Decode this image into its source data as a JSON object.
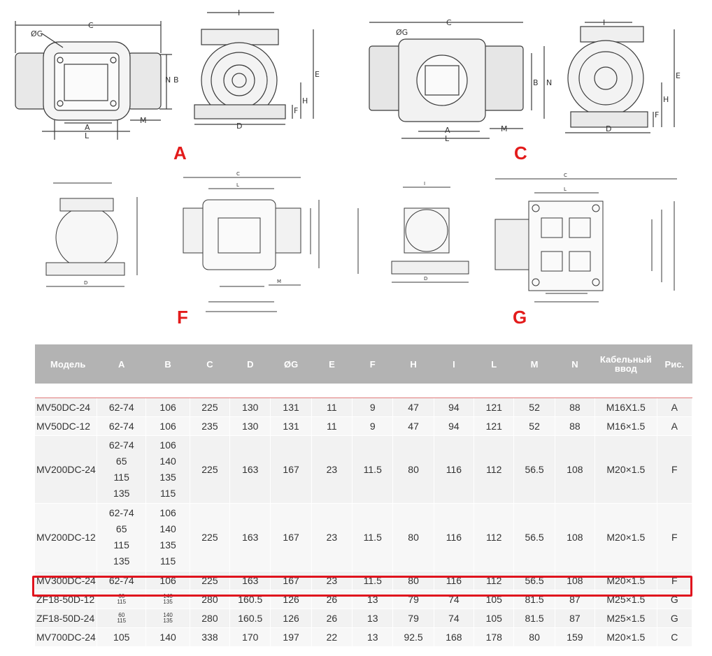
{
  "figure_labels": {
    "a": "A",
    "c": "C",
    "f": "F",
    "g": "G"
  },
  "dim_labels": {
    "c": "C",
    "g": "ØG",
    "i": "I",
    "n": "N",
    "b": "B",
    "e": "E",
    "h": "H",
    "f": "F",
    "m": "M",
    "a": "A",
    "l": "L",
    "d": "D"
  },
  "colors": {
    "accent": "#e31b1b",
    "header_bg": "#b3b3b3",
    "highlight_border": "#e0141e"
  },
  "table": {
    "headers": [
      "Модель",
      "A",
      "B",
      "C",
      "D",
      "ØG",
      "E",
      "F",
      "H",
      "I",
      "L",
      "M",
      "N",
      "Кабельный ввод",
      "Рис."
    ],
    "rows": [
      {
        "model": "MV50DC-24",
        "A": [
          "62-74"
        ],
        "B": [
          "106"
        ],
        "C": "225",
        "D": "130",
        "G": "131",
        "E": "11",
        "F": "9",
        "H": "47",
        "I": "94",
        "L": "121",
        "M": "52",
        "N": "88",
        "cable": "M16X1.5",
        "fig": "A"
      },
      {
        "model": "MV50DC-12",
        "A": [
          "62-74"
        ],
        "B": [
          "106"
        ],
        "C": "235",
        "D": "130",
        "G": "131",
        "E": "11",
        "F": "9",
        "H": "47",
        "I": "94",
        "L": "121",
        "M": "52",
        "N": "88",
        "cable": "M16×1.5",
        "fig": "A"
      },
      {
        "model": "MV200DC-24",
        "A": [
          "62-74",
          "65",
          "115",
          "135"
        ],
        "B": [
          "106",
          "140",
          "135",
          "115"
        ],
        "C": "225",
        "D": "163",
        "G": "167",
        "E": "23",
        "F": "11.5",
        "H": "80",
        "I": "116",
        "L": "112",
        "M": "56.5",
        "N": "108",
        "cable": "M20×1.5",
        "fig": "F"
      },
      {
        "model": "MV200DC-12",
        "A": [
          "62-74",
          "65",
          "115",
          "135"
        ],
        "B": [
          "106",
          "140",
          "135",
          "115"
        ],
        "C": "225",
        "D": "163",
        "G": "167",
        "E": "23",
        "F": "11.5",
        "H": "80",
        "I": "116",
        "L": "112",
        "M": "56.5",
        "N": "108",
        "cable": "M20×1.5",
        "fig": "F"
      },
      {
        "model": "MV300DC-24",
        "A": [
          "62-74"
        ],
        "B": [
          "106"
        ],
        "C": "225",
        "D": "163",
        "G": "167",
        "E": "23",
        "F": "11.5",
        "H": "80",
        "I": "116",
        "L": "112",
        "M": "56.5",
        "N": "108",
        "cable": "M20×1.5",
        "fig": "F"
      },
      {
        "model": "ZF18-50D-12",
        "A_small": [
          "60",
          "115"
        ],
        "B_small": [
          "140",
          "135"
        ],
        "C": "280",
        "D": "160.5",
        "G": "126",
        "E": "26",
        "F": "13",
        "H": "79",
        "I": "74",
        "L": "105",
        "M": "81.5",
        "N": "87",
        "cable": "M25×1.5",
        "fig": "G"
      },
      {
        "model": "ZF18-50D-24",
        "A_small": [
          "60",
          "115"
        ],
        "B_small": [
          "140",
          "135"
        ],
        "C": "280",
        "D": "160.5",
        "G": "126",
        "E": "26",
        "F": "13",
        "H": "79",
        "I": "74",
        "L": "105",
        "M": "81.5",
        "N": "87",
        "cable": "M25×1.5",
        "fig": "G"
      },
      {
        "model": "MV700DC-24",
        "A": [
          "105"
        ],
        "B": [
          "140"
        ],
        "C": "338",
        "D": "170",
        "G": "197",
        "E": "22",
        "F": "13",
        "H": "92.5",
        "I": "168",
        "L": "178",
        "M": "80",
        "N": "159",
        "cable": "M20×1.5",
        "fig": "C"
      }
    ]
  }
}
